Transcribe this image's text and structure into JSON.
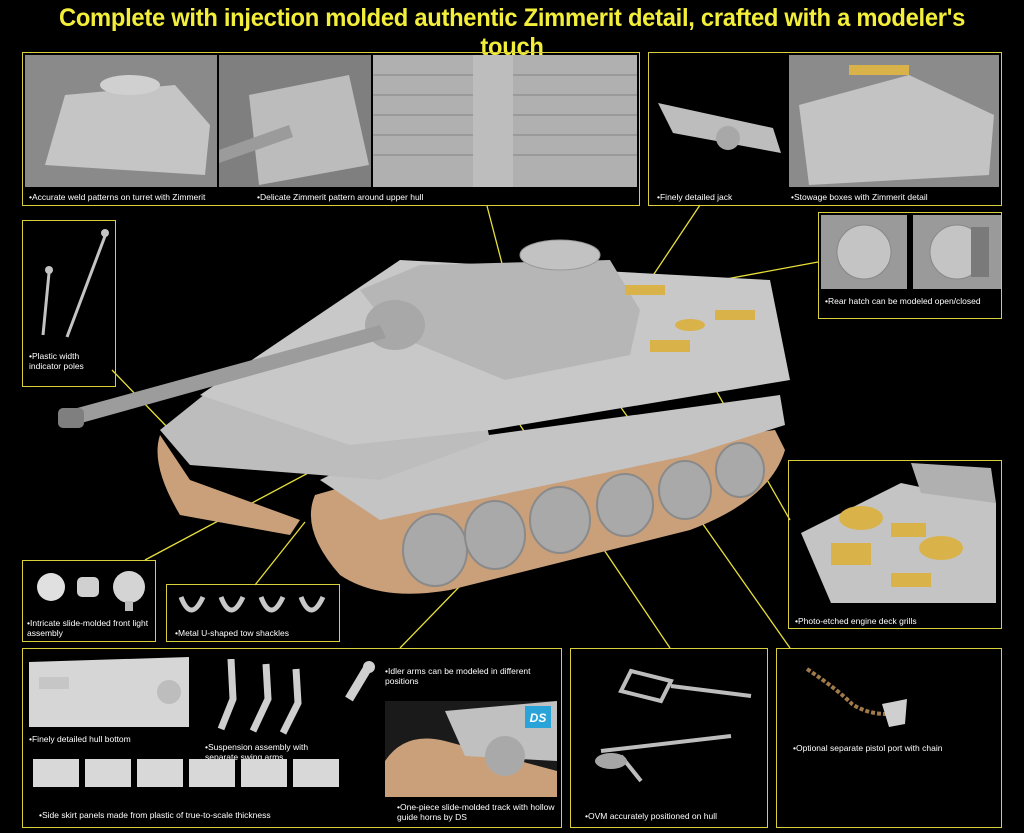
{
  "title": "Complete with injection molded authentic Zimmerit detail, crafted with a modeler's touch",
  "captions": {
    "weld": "Accurate weld patterns on turret with Zimmerit",
    "zimmerit": "Delicate Zimmerit pattern around upper hull",
    "jack": "Finely detailed jack",
    "stowage": "Stowage boxes with Zimmerit detail",
    "hatch": "Rear hatch can be modeled open/closed",
    "poles": "Plastic width indicator poles",
    "light": "Intricate slide-molded front light assembly",
    "shackles": "Metal U-shaped tow shackles",
    "grills": "Photo-etched engine deck grills",
    "hull_bottom": "Finely detailed hull bottom",
    "suspension": "Suspension assembly with separate swing arms",
    "idler": "Idler arms can be modeled in different positions",
    "skirts": "Side skirt panels made from plastic of true-to-scale thickness",
    "track": "One-piece slide-molded track with hollow guide horns by DS",
    "ovm": "OVM accurately positioned on hull",
    "pistol": "Optional separate pistol port with chain"
  },
  "ds_logo": "DS",
  "colors": {
    "title": "#f2ee3a",
    "frame": "#d8cf3a",
    "plastic": "#b9b9b9",
    "track": "#c9a07a",
    "pe": "#d9b24a"
  }
}
